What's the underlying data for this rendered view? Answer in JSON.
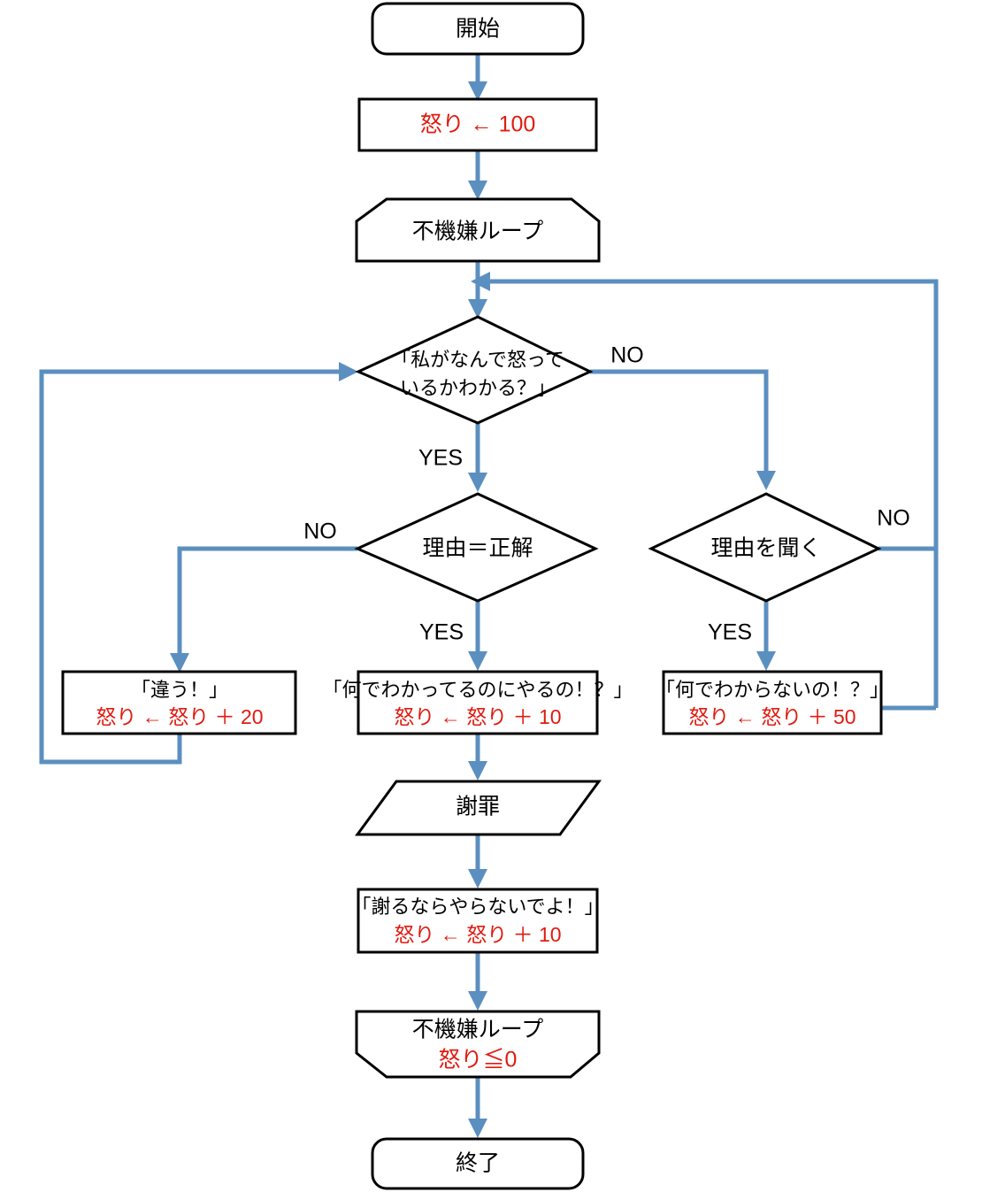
{
  "diagram": {
    "title": "不機嫌ループ フローチャート",
    "colors": {
      "shape_stroke": "#000000",
      "shape_fill": "#ffffff",
      "connector": "#5b8fc0",
      "emphasis_text": "#e01b10",
      "text": "#000000"
    },
    "nodes": {
      "start": {
        "shape": "terminator",
        "label": "開始"
      },
      "init_anger": {
        "shape": "process",
        "label": "怒り ← 100"
      },
      "loop_start": {
        "shape": "loop-start",
        "label": "不機嫌ループ"
      },
      "decision_know": {
        "shape": "decision",
        "label_line1": "「私がなんで怒って",
        "label_line2": "いるかわかる？」"
      },
      "decision_reason_correct": {
        "shape": "decision",
        "label": "理由＝正解"
      },
      "decision_ask_reason": {
        "shape": "decision",
        "label": "理由を聞く"
      },
      "box_wrong": {
        "shape": "process",
        "label": "「違う！」",
        "assign": "怒り ←  怒り ＋ 20"
      },
      "box_why_do_it": {
        "shape": "process",
        "label": "「何でわかってるのにやるの！？」",
        "assign": "怒り ←  怒り ＋ 10"
      },
      "box_why_not_know": {
        "shape": "process",
        "label": "「何でわからないの！？」",
        "assign": "怒り ←  怒り ＋ 50"
      },
      "apology": {
        "shape": "input-output",
        "label": "謝罪"
      },
      "box_dont_do_it": {
        "shape": "process",
        "label": "「謝るならやらないでよ！」",
        "assign": "怒り ←  怒り ＋ 10"
      },
      "loop_end": {
        "shape": "loop-end",
        "label": "不機嫌ループ",
        "condition": "怒り≦0"
      },
      "end": {
        "shape": "terminator",
        "label": "終了"
      }
    },
    "branch_labels": {
      "know_no": "NO",
      "know_yes": "YES",
      "reason_correct_no": "NO",
      "reason_correct_yes": "YES",
      "ask_reason_no": "NO",
      "ask_reason_yes": "YES"
    }
  }
}
